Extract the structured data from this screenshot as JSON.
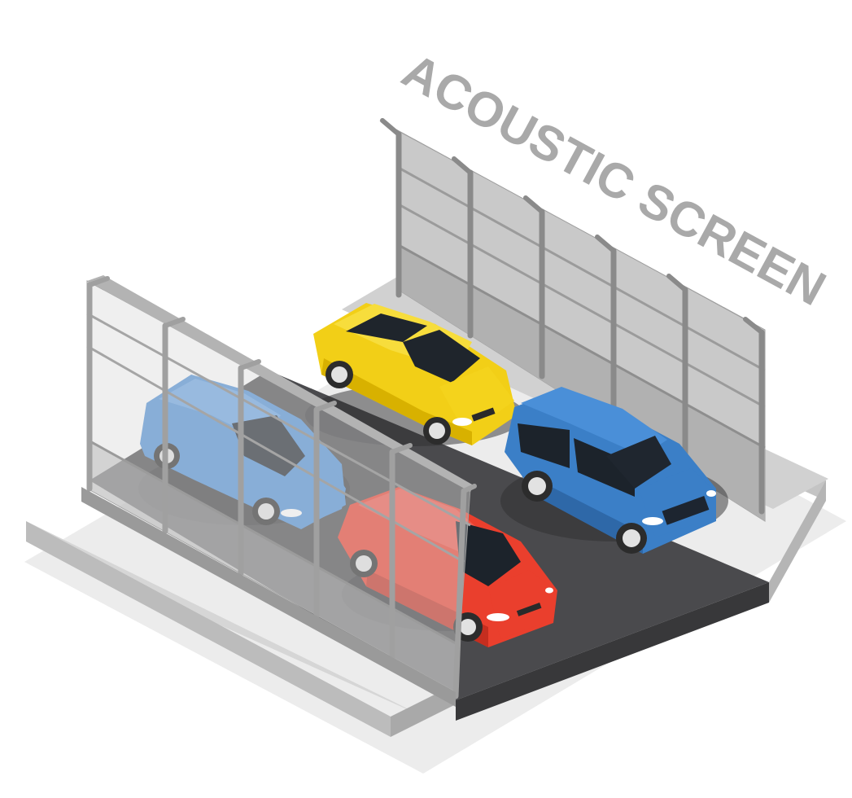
{
  "title": "ACOUSTIC SCREEN",
  "colors": {
    "background": "#ffffff",
    "title": "#a9a9a9",
    "title_shadow": "#6f6f6f",
    "asphalt": "#4a4a4d",
    "asphalt_edge": "#3a3a3c",
    "curb_top": "#c9c9c9",
    "curb_side": "#a8a8a8",
    "sidewalk_top": "#d8d8d8",
    "sidewalk_side": "#bdbdbd",
    "ground_shadow": "#e3e3e3",
    "post": "#a3a3a3",
    "post_dark": "#7c7c7c",
    "panel_back": "#c8c8c8",
    "panel_back_low": "#aeaeae",
    "panel_front": "#b9b9b9",
    "car_yellow": "#f4d31c",
    "car_blue": "#3b7fc7",
    "car_red": "#ea3f2d",
    "car_light_blue": "#4f8fd6",
    "window": "#232a33",
    "tire": "#2c2c2c",
    "rim": "#e2e2e2"
  },
  "cars": [
    {
      "name": "yellow-sedan",
      "color": "yellow"
    },
    {
      "name": "blue-suv",
      "color": "blue"
    },
    {
      "name": "red-hatchback",
      "color": "red"
    },
    {
      "name": "light-blue-minivan",
      "color": "light_blue"
    }
  ]
}
